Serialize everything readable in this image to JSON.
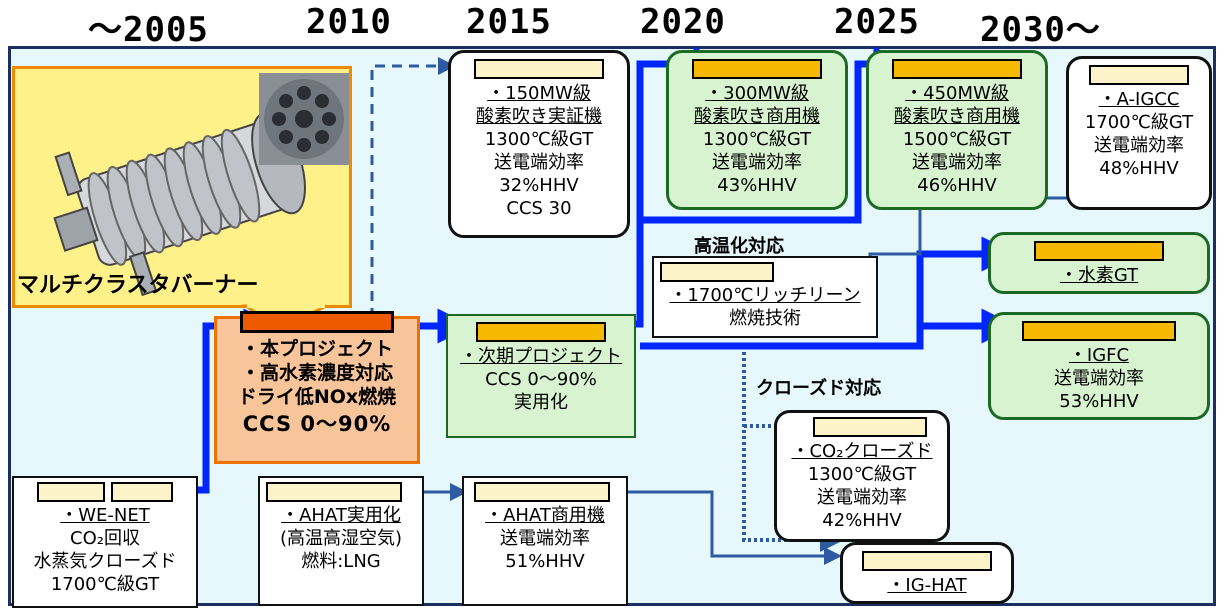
{
  "timeline": {
    "years": [
      "〜2005",
      "2010",
      "2015",
      "2020",
      "2025",
      "2030〜"
    ]
  },
  "burner": {
    "caption": "マルチクラスタバーナー"
  },
  "project": {
    "line1": "・本プロジェクト",
    "line2": "・高水素濃度対応",
    "line3": "ドライ低NOx燃焼",
    "line4": "CCS 0〜90%"
  },
  "labels": {
    "high_temp": "高温化対応",
    "closed": "クローズド対応"
  },
  "boxes": {
    "b150": {
      "lines": [
        "・150MW級",
        "酸素吹き実証機",
        "1300℃級GT",
        "送電端効率",
        "32%HHV",
        "CCS 30"
      ]
    },
    "b300": {
      "lines": [
        "・300MW級",
        "酸素吹き商用機",
        "1300℃級GT",
        "送電端効率",
        "43%HHV"
      ]
    },
    "b450": {
      "lines": [
        "・450MW級",
        "酸素吹き商用機",
        "1500℃級GT",
        "送電端効率",
        "46%HHV"
      ]
    },
    "aigcc": {
      "lines": [
        "・A-IGCC",
        "1700℃級GT",
        "送電端効率",
        "48%HHV"
      ]
    },
    "rich": {
      "lines": [
        "・1700℃リッチリーン",
        "燃焼技術"
      ]
    },
    "h2gt": {
      "lines": [
        "・水素GT"
      ]
    },
    "next": {
      "lines": [
        "・次期プロジェクト",
        "CCS 0〜90%",
        "実用化"
      ]
    },
    "igfc": {
      "lines": [
        "・IGFC",
        "送電端効率",
        "53%HHV"
      ]
    },
    "co2c": {
      "lines": [
        "・CO₂クローズド",
        "1300℃級GT",
        "送電端効率",
        "42%HHV"
      ]
    },
    "wenet": {
      "lines": [
        "・WE-NET",
        "CO₂回収",
        "水蒸気クローズド",
        "1700℃級GT"
      ]
    },
    "ahat1": {
      "lines": [
        "・AHAT実用化",
        "(高温高湿空気)",
        "燃料:LNG"
      ]
    },
    "ahat2": {
      "lines": [
        "・AHAT商用機",
        "送電端効率",
        "51%HHV"
      ]
    },
    "ighat": {
      "lines": [
        "・IG-HAT"
      ]
    }
  },
  "colors": {
    "panel": "#e6f8fb",
    "thick_arrow": "#0026ff",
    "thin_arrow": "#2d5aa0",
    "green_box": "#d8f3cf",
    "orange_tag": "#f6b800",
    "project_fill": "#f8c49a"
  }
}
